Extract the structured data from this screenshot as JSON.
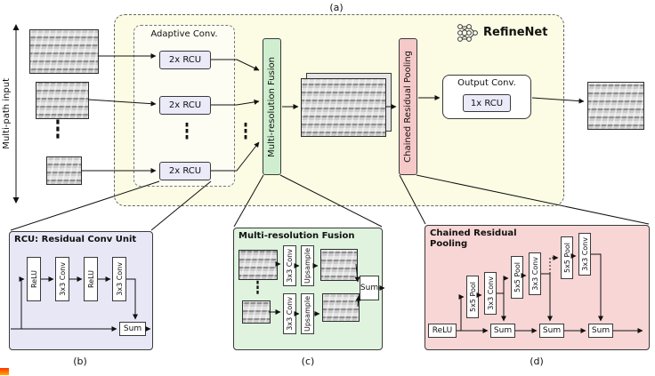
{
  "panel_labels": {
    "a": "(a)",
    "b": "(b)",
    "c": "(c)",
    "d": "(d)"
  },
  "glyphs": {
    "vdots": "⋮"
  },
  "colors": {
    "main_bg": "#FCFCE4",
    "rcu_fill": "#EAEAF9",
    "fusion_fill": "#CFEECF",
    "pool_fill": "#F6C9C9",
    "rcu_panel_bg": "#E7E7F6",
    "fusion_panel_bg": "#DFF3DF",
    "pool_panel_bg": "#F8D6D6",
    "line": "#111111"
  },
  "overview": {
    "multipath_label": "Multi-path input",
    "refinenet_label": "RefineNet",
    "adaptive_conv_label": "Adaptive Conv.",
    "rcu_boxes": [
      "2x RCU",
      "2x RCU",
      "2x RCU"
    ],
    "fusion_label": "Multi-resolution Fusion",
    "pool_label": "Chained Residual Pooling",
    "output_conv_label": "Output Conv.",
    "output_rcu_label": "1x RCU"
  },
  "rcu_unit": {
    "title": "RCU: Residual Conv Unit",
    "blocks": [
      "ReLU",
      "3x3 Conv",
      "ReLU",
      "3x3 Conv"
    ],
    "sum_label": "Sum"
  },
  "fusion_unit": {
    "title": "Multi-resolution Fusion",
    "top_path": [
      "3x3 Conv",
      "Upsample"
    ],
    "bottom_path": [
      "3x3 Conv",
      "Upsample"
    ],
    "sum_label": "Sum"
  },
  "pool_unit": {
    "title_line1": "Chained Residual",
    "title_line2": "Pooling",
    "relu_label": "ReLU",
    "pools": [
      "5x5 Pool",
      "5x5 Pool",
      "5x5 Pool"
    ],
    "convs": [
      "3x3 Conv",
      "3x3 Conv",
      "3x3 Conv"
    ],
    "sums": [
      "Sum",
      "Sum",
      "Sum"
    ]
  }
}
